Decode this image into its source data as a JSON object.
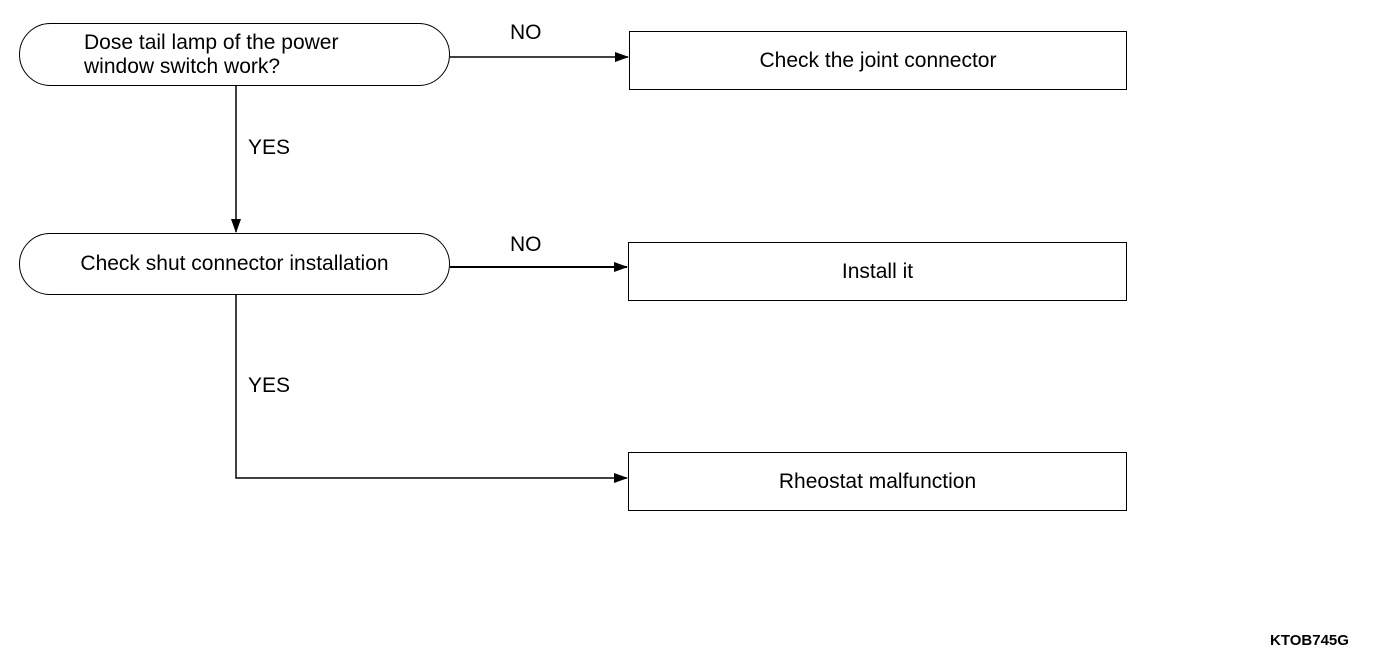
{
  "diagram": {
    "type": "flowchart",
    "nodes": {
      "q1": {
        "shape": "rounded",
        "text": "Dose tail lamp of the power\nwindow switch work?"
      },
      "q2": {
        "shape": "rounded",
        "text": "Check shut connector installation"
      },
      "a1": {
        "shape": "rect",
        "text": "Check the joint connector"
      },
      "a2": {
        "shape": "rect",
        "text": "Install it"
      },
      "a3": {
        "shape": "rect",
        "text": "Rheostat malfunction"
      }
    },
    "edges": [
      {
        "from": "q1",
        "to": "a1",
        "label": "NO"
      },
      {
        "from": "q1",
        "to": "q2",
        "label": "YES"
      },
      {
        "from": "q2",
        "to": "a2",
        "label": "NO"
      },
      {
        "from": "q2",
        "to": "a3",
        "label": "YES"
      }
    ],
    "labels": {
      "no1": "NO",
      "yes1": "YES",
      "no2": "NO",
      "yes2": "YES"
    },
    "figure_code": "KTOB745G"
  }
}
